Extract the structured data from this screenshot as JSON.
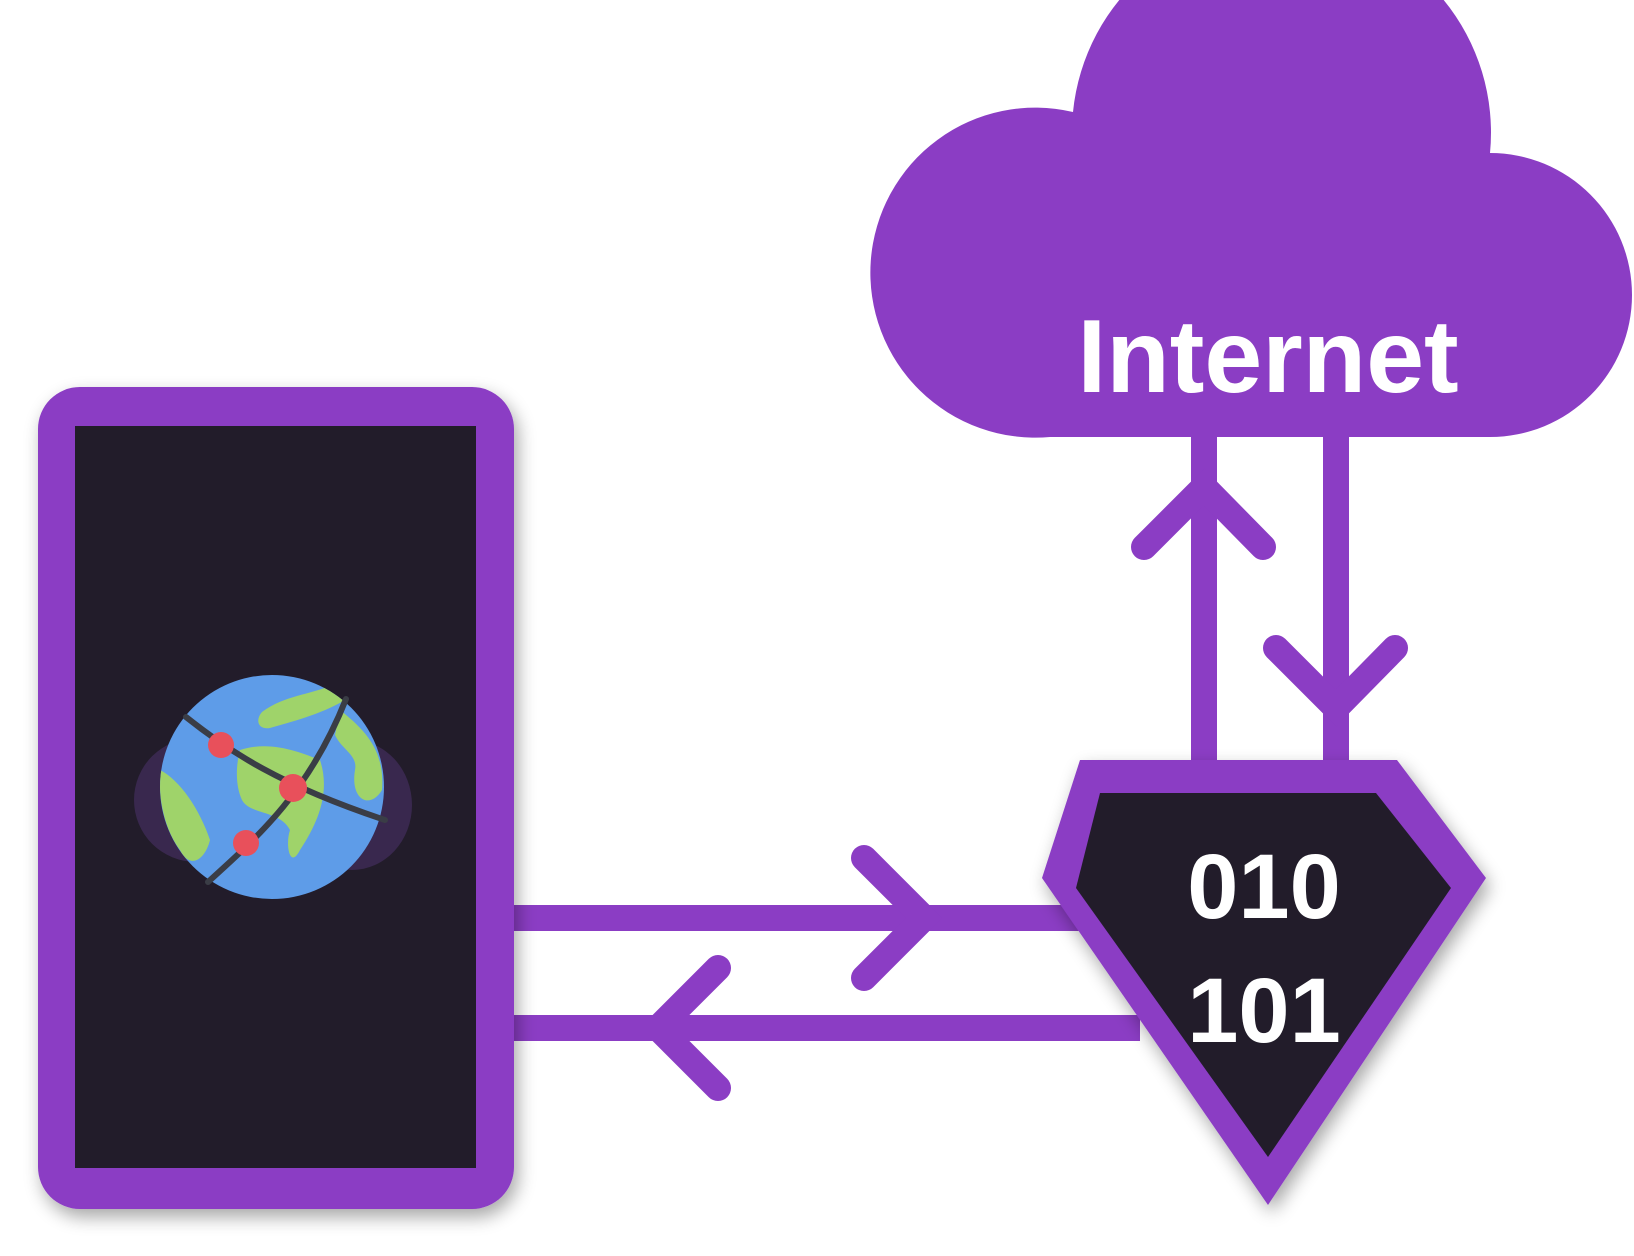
{
  "diagram": {
    "cloud": {
      "label": "Internet"
    },
    "shield": {
      "line1": "010",
      "line2": "101"
    },
    "device": {
      "icon": "globe-network-icon"
    },
    "links": [
      {
        "from": "shield",
        "to": "cloud",
        "direction": "up"
      },
      {
        "from": "cloud",
        "to": "shield",
        "direction": "down"
      },
      {
        "from": "device",
        "to": "shield",
        "direction": "right"
      },
      {
        "from": "shield",
        "to": "device",
        "direction": "left"
      }
    ]
  },
  "colors": {
    "accent": "#8b3dc4",
    "dark_panel": "#221f2b",
    "background": "#ffffff",
    "globe_ocean": "#5e9ce8",
    "globe_land": "#9fd36a",
    "globe_node": "#e8505b",
    "globe_line": "#3a3d46"
  }
}
